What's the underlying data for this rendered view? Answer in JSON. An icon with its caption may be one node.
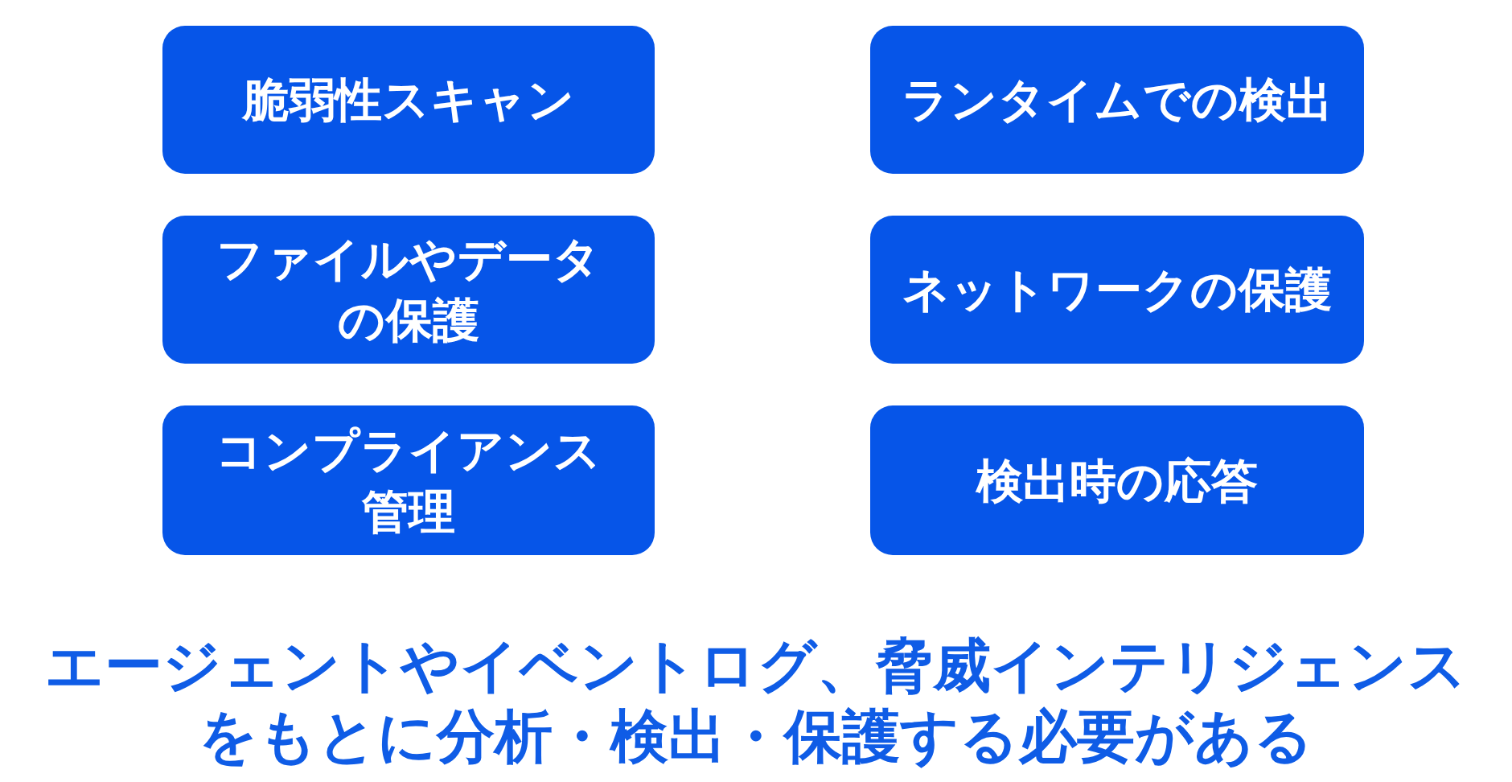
{
  "diagram": {
    "caption": "エージェントやイベントログ、脅威インテリジェンスをもとに分析・検出・保護する必要がある",
    "nodes": [
      {
        "text": [
          "脆弱性スキャン"
        ]
      },
      {
        "text": [
          "ランタイムでの検出"
        ]
      },
      {
        "text": [
          "ファイルやデータの保護"
        ]
      },
      {
        "text": [
          "ネットワークの保護"
        ]
      },
      {
        "text": [
          "コンプライアンス管理"
        ]
      },
      {
        "text": [
          "検出時の応答"
        ]
      }
    ]
  }
}
